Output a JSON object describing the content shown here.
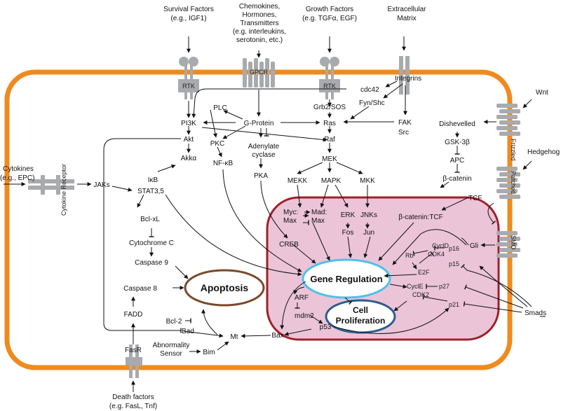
{
  "colors": {
    "cell_membrane": "#f08a1e",
    "nucleus_fill": "#ebc4d8",
    "nucleus_border": "#a0202a",
    "gene_regulation_ring": "#4dc1ec",
    "cell_proliferation_ring": "#2d5d8e",
    "apoptosis_ring": "#7a4a2a",
    "receptor": "#a8aaad"
  },
  "labels": {
    "survival_factors": [
      "Survival Factors",
      "(e.g., IGF1)"
    ],
    "chemokines": [
      "Chemokines,",
      "Hormones,",
      "Transmitters",
      "(e.g. interleukins,",
      "serotonin, etc.)"
    ],
    "growth_factors": [
      "Growth Factors",
      "(e.g. TGFα, EGF)"
    ],
    "extracellular_matrix": [
      "Extracellular",
      "Matrix"
    ],
    "wnt": "Wnt",
    "hedgehog": "Hedgehog",
    "cytokines": [
      "Cytokines",
      "(e.g., EPC)"
    ],
    "death_factors": [
      "Death factors",
      "(e.g. FasL, Tnf)"
    ],
    "smads": "Smads",
    "tcf_outer": "TCF",
    "rtk1": "RTK",
    "gpcr": "GPCR",
    "rtk2": "RTK",
    "frizzled": "Frizzled",
    "patched": "Patched",
    "smo": "SMO",
    "cytokine_receptor": "Cytokine Receptor",
    "fasr": "FasR",
    "integrins": "Integrins",
    "cdc42": "cdc42",
    "fyn_shc": "Fyn/Shc",
    "grb2_sos": "Grb2/SOS",
    "fak": "FAK",
    "src": "Src",
    "ras": "Ras",
    "raf": "Raf",
    "mek": "MEK",
    "mekk": "MEKK",
    "mapk": "MAPK",
    "mkk": "MKK",
    "pi3k": "PI3K",
    "plc": "PLC",
    "g_protein": "G-Protein",
    "akt": "Akt",
    "pkc": "PKC",
    "adenylate": [
      "Adenylate",
      "cyclase"
    ],
    "akka": "Akkα",
    "nfkb": "NF-κB",
    "ikb": "IκB",
    "pka": "PKA",
    "jaks": "JAKs",
    "stat35": "STAT3,5",
    "bclxl": "Bcl-xL",
    "cytochrome": "Cytochrome C",
    "caspase9": "Caspase 9",
    "caspase8": "Caspase 8",
    "fadd": "FADD",
    "bad": "Bad",
    "bcl2": "Bcl-2",
    "mt": "Mt",
    "abnormality": [
      "Abnormality",
      "Sensor"
    ],
    "bim": "Bim",
    "bax": "Bax",
    "apoptosis": "Apoptosis",
    "dishevelled": "Dishevelled",
    "gsk3b": "GSK-3β",
    "apc": "APC",
    "beta_catenin": "β-catenin",
    "gli": "Gli",
    "myc_max": [
      "Myc:",
      "Max"
    ],
    "mad_max": [
      "Mad:",
      "Max"
    ],
    "erk_fos": [
      "ERK",
      "Fos"
    ],
    "jnk_jun": [
      "JNKs",
      "Jun"
    ],
    "bcat_tcf": "β-catenin:TCF",
    "creb": "CREB",
    "gene_regulation": "Gene Regulation",
    "cell_proliferation": [
      "Cell",
      "Proliferation"
    ],
    "cycld": "CyclD",
    "cdk4": "CDK4",
    "p16": "p16",
    "rb": "Rb",
    "p15": "p15",
    "e2f": "E2F",
    "cycle": "CyclE",
    "cdk2": "CDK2",
    "p27": "p27",
    "p21": "p21",
    "arf": "ARF",
    "mdm2": "mdm2",
    "p53": "p53"
  }
}
